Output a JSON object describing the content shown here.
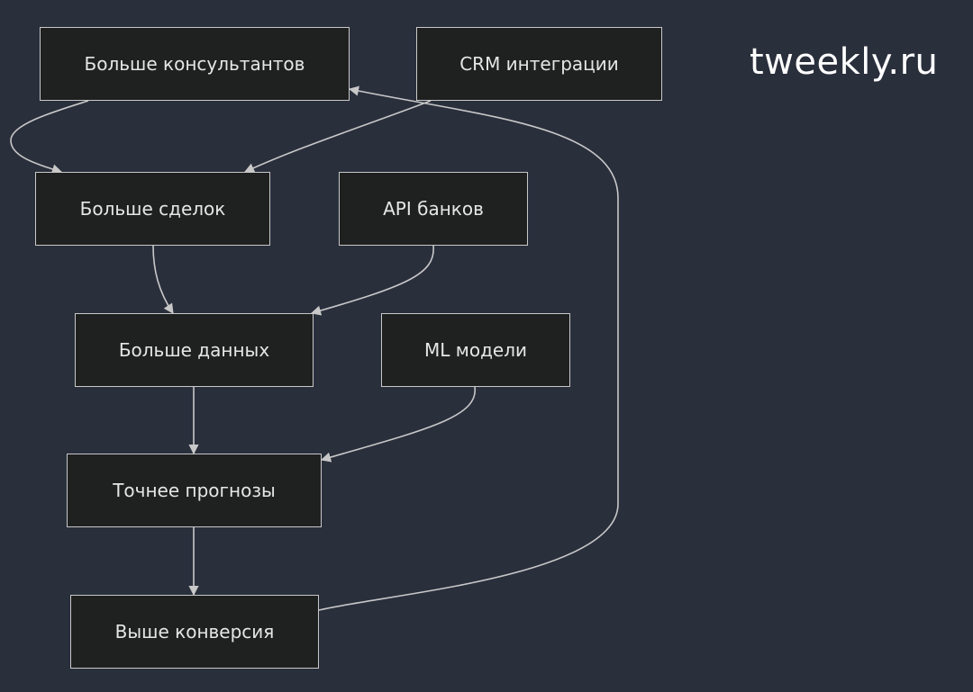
{
  "brand": {
    "text": "tweekly.ru",
    "color": "#ffffff"
  },
  "diagram": {
    "background": "#2a2f3c",
    "node_fill": "#1f2020",
    "node_border": "#c8c8c8",
    "text_color": "#e6e6e6",
    "nodes": {
      "consultants": "Больше консультантов",
      "crm": "CRM интеграции",
      "deals": "Больше сделок",
      "api": "API банков",
      "data": "Больше данных",
      "ml": "ML модели",
      "forecast": "Точнее прогнозы",
      "conversion": "Выше конверсия"
    },
    "edges": [
      {
        "from": "consultants",
        "to": "deals"
      },
      {
        "from": "crm",
        "to": "deals"
      },
      {
        "from": "deals",
        "to": "data"
      },
      {
        "from": "api",
        "to": "data"
      },
      {
        "from": "data",
        "to": "forecast"
      },
      {
        "from": "ml",
        "to": "forecast"
      },
      {
        "from": "forecast",
        "to": "conversion"
      },
      {
        "from": "conversion",
        "to": "consultants"
      }
    ]
  }
}
